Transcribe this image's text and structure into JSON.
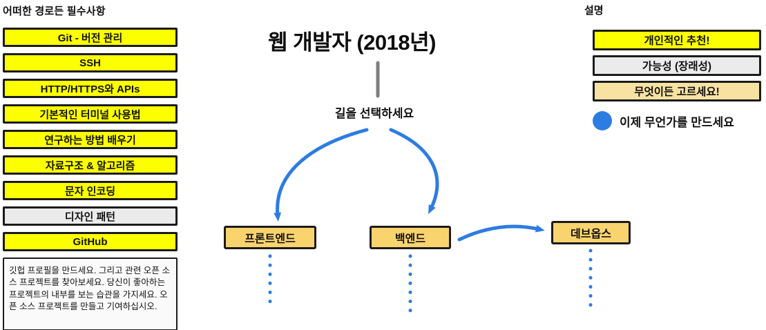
{
  "left_panel": {
    "title": "어떠한 경로든 필수사항",
    "items": [
      {
        "label": "Git - 버전 관리",
        "type": "yellow"
      },
      {
        "label": "SSH",
        "type": "yellow"
      },
      {
        "label": "HTTP/HTTPS와 APIs",
        "type": "yellow"
      },
      {
        "label": "기본적인 터미널 사용법",
        "type": "yellow"
      },
      {
        "label": "연구하는 방법 배우기",
        "type": "yellow"
      },
      {
        "label": "자료구조 & 알고리즘",
        "type": "yellow"
      },
      {
        "label": "문자 인코딩",
        "type": "yellow"
      },
      {
        "label": "디자인 패턴",
        "type": "gray"
      },
      {
        "label": "GitHub",
        "type": "yellow"
      }
    ],
    "note": "깃헙 프로필을 만드세요. 그리고 관련 오픈 소스 프로젝트를 찾아보세요. 당신이 좋아하는 프로젝트의 내부를 보는 습관을 가지세요. 오픈 소스 프로젝트를 만들고 기여하십시오."
  },
  "center": {
    "title": "웹 개발자 (2018년)",
    "subtitle": "길을 선택하세요",
    "nodes": [
      {
        "label": "프론트엔드"
      },
      {
        "label": "백엔드"
      },
      {
        "label": "데브옵스"
      }
    ]
  },
  "legend": {
    "title": "설명",
    "items": [
      {
        "label": "개인적인 추천!",
        "type": "yellow"
      },
      {
        "label": "가능성 (장래성)",
        "type": "gray"
      },
      {
        "label": "무엇이든 고르세요!",
        "type": "tan"
      }
    ],
    "build_icon": "blue-circle-icon",
    "build_note": "이제 무언가를 만드세요"
  },
  "colors": {
    "yellow": "#FCFF00",
    "graybox": "#EBEBEB",
    "tan_node": "#F9D36E",
    "tan_legend": "#F7E2A2",
    "blue": "#2D7CE1",
    "border": "#1B1B1B",
    "line_gray": "#7F7F7F",
    "note_bg": "#FAFAFA"
  }
}
